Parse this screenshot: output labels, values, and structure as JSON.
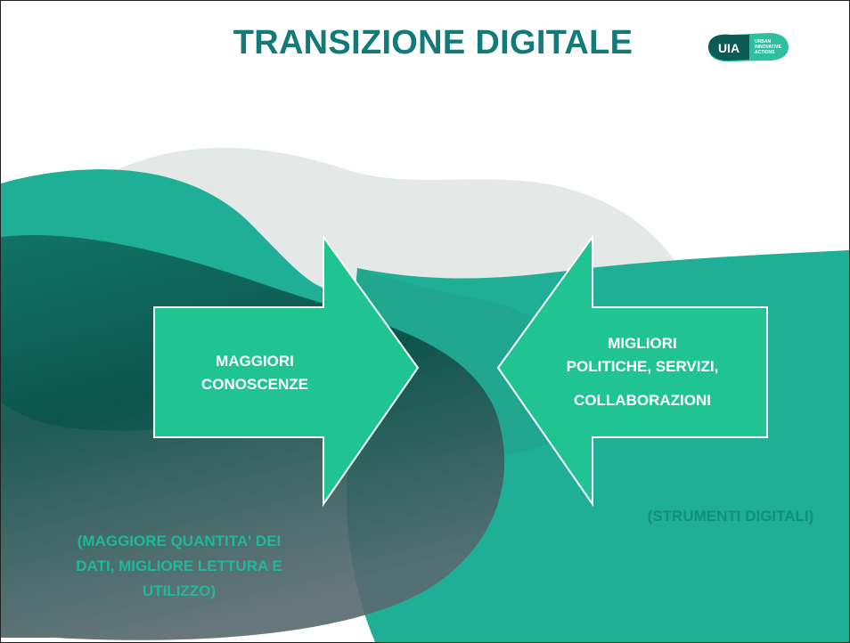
{
  "title": "TRANSIZIONE DIGITALE",
  "logo": {
    "mark": "UIA",
    "line1": "URBAN",
    "line2": "INNOVATIVE",
    "line3": "ACTIONS"
  },
  "arrow_left": {
    "line1": "MAGGIORI",
    "line2": "CONOSCENZE"
  },
  "arrow_right": {
    "line1": "MIGLIORI",
    "line2": "POLITICHE, SERVIZI,",
    "line3": "COLLABORAZIONI"
  },
  "caption_left": {
    "line1": "(MAGGIORE QUANTITA' DEI",
    "line2": "DATI, MIGLIORE LETTURA E",
    "line3": "UTILIZZO)"
  },
  "caption_right": "(STRUMENTI DIGITALI)",
  "colors": {
    "title": "#127a78",
    "arrow_fill": "#20c493",
    "teal": "#1fae96",
    "dark_teal": "#0f6e61",
    "grey": "#e4e8e7",
    "caption_left": "#1fb89a",
    "caption_right": "#138f7e"
  }
}
